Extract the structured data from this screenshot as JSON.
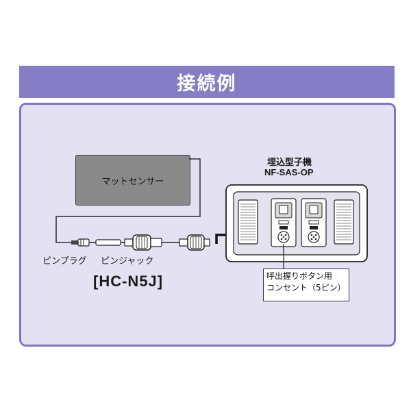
{
  "title": "接続例",
  "mat_sensor": {
    "label": "マットセンサー"
  },
  "plugs": {
    "pin_plug": "ピンプラグ",
    "pin_jack": "ピンジャック"
  },
  "model": "[HC-N5J]",
  "unit": {
    "name": "埋込型子機",
    "model": "NF-SAS-OP"
  },
  "callout": {
    "line1": "呼出握りボタン用",
    "line2": "コンセント（5ピン）"
  },
  "colors": {
    "title_bg": "#857ec6",
    "frame_border": "#7e77c0",
    "frame_bg": "#e4e2f2",
    "mat": "#8a8a8a"
  }
}
